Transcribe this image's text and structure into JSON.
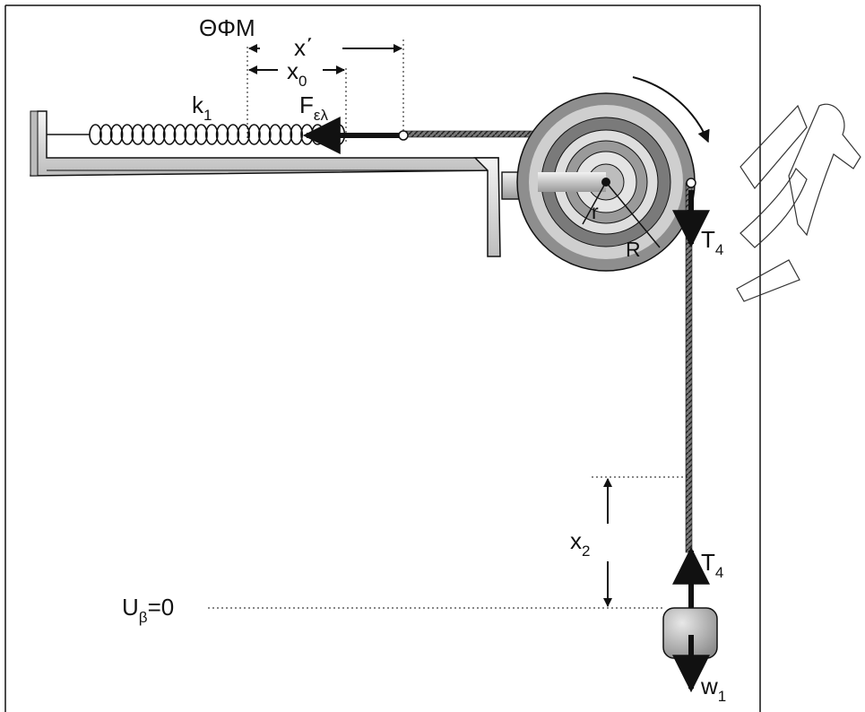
{
  "labels": {
    "equilibrium": "ΘΦΜ",
    "x_prime": "x΄",
    "x0": "x",
    "x0_sub": "0",
    "k1": "k",
    "k1_sub": "1",
    "f_el": "F",
    "f_el_sub": "ελ",
    "r": "r",
    "R": "R",
    "t4_top": "T",
    "t4_top_sub": "4",
    "t4_bottom": "T",
    "t4_bottom_sub": "4",
    "x2": "x",
    "x2_sub": "2",
    "u_ref": "U",
    "u_ref_sub": "β",
    "u_ref_val": "=0",
    "w1": "w",
    "w1_sub": "1"
  },
  "colors": {
    "ink": "#111111",
    "wall_fill": "#dcdcdc",
    "pulley_outer": "#8a8a8a",
    "pulley_light": "#d4d4d4",
    "block": "#a9a9a9"
  }
}
